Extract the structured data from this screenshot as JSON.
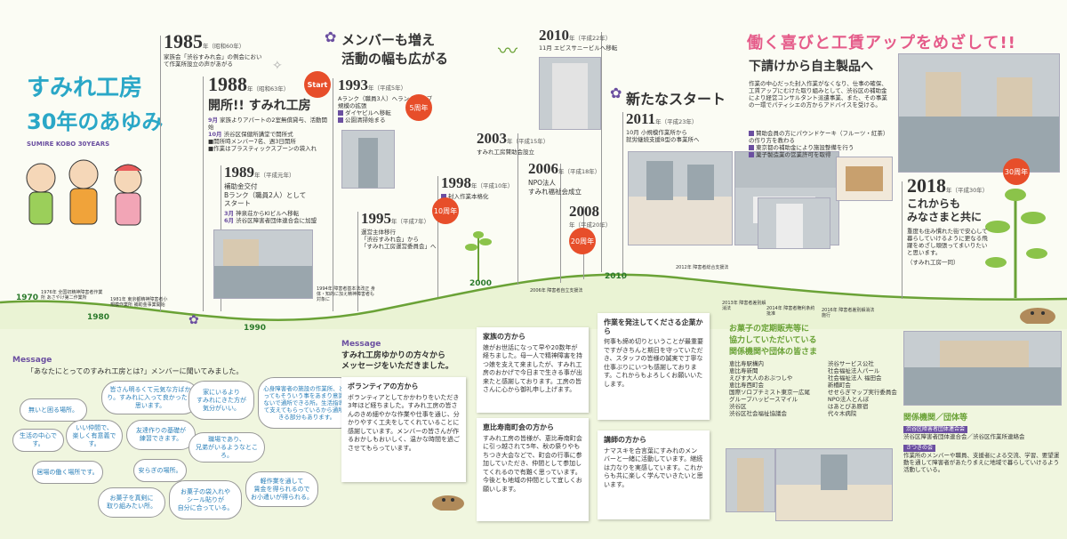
{
  "title": {
    "line1": "すみれ工房",
    "line2": "30年のあゆみ",
    "sub": "SUMIRE KOBO 30YEARS"
  },
  "top_right_heading": "働く喜びと工賃アップをめざして!!",
  "heading_member": {
    "line1": "メンバーも増え",
    "line2": "活動の幅も広がる"
  },
  "heading_new_start": "新たなスタート",
  "heading_sweets": "下請けから自主製品へ",
  "sweets_text": "作業の中心だった封入作業がなくなり、仕事の確保、工賃アップにむけた取り組みとして、渋谷区の補助金により経営コンサルタント派遣事業、また、その事業の一環でパティシエの方からアドバイスを受ける。",
  "sweets_items": [
    "賛助会員の方にパウンドケーキ（フルーツ・紅茶）の作り方を教わる",
    "東京都の補助金により施設整備を行う",
    "菓子製造業の営業許可を取得"
  ],
  "events": {
    "e1985": {
      "year": "1985",
      "era": "年（昭和60年）",
      "text": "家族会「渋谷すみれ会」の例会において作業所設立の声があがる"
    },
    "e1988": {
      "year": "1988",
      "era": "年（昭和63年）",
      "headline": "開所!! すみれ工房",
      "start": "Start",
      "items": [
        {
          "m": "9月",
          "t": "家族よりアパートの2室無償貸与、活動開始"
        },
        {
          "m": "10月",
          "t": "渋谷区保健所講堂で開所式"
        },
        {
          "m": "",
          "t": "■開所時メンバー7名、週3日開所"
        },
        {
          "m": "",
          "t": "■作業はプラスティックスプーンの袋入れ"
        }
      ]
    },
    "e1989": {
      "year": "1989",
      "era": "年（平成元年）",
      "lines": [
        "補助金交付",
        "Bランク（職員2人）として",
        "スタート"
      ],
      "items": [
        {
          "m": "3月",
          "t": "神泉荘からKIビルへ移転"
        },
        {
          "m": "6月",
          "t": "渋谷区障害者団体連合会に加盟"
        }
      ]
    },
    "e1993": {
      "year": "1993",
      "era": "年（平成5年）",
      "badge": "5周年",
      "lines": [
        "Aランク（職員3人）へランクアップ",
        "規模の拡張"
      ],
      "items": [
        "ダイヤビルへ移転",
        "公園清掃始まる"
      ]
    },
    "e1995": {
      "year": "1995",
      "era": "年（平成7年）",
      "lines": [
        "運営主体移行",
        "「渋谷すみれ会」から",
        "「すみれ工房運営委員会」へ"
      ]
    },
    "e1998": {
      "year": "1998",
      "era": "年（平成10年）",
      "badge": "10周年",
      "item": "封入作業本格化"
    },
    "e2003": {
      "year": "2003",
      "era": "年（平成15年）",
      "text": "すみれ工房賛助会設立"
    },
    "e2006": {
      "year": "2006",
      "era": "年（平成18年）",
      "lines": [
        "NPO法人",
        "すみれ福祉会成立"
      ]
    },
    "e2008": {
      "year": "2008",
      "era": "年（平成20年）",
      "badge": "20周年"
    },
    "e2010": {
      "year": "2010",
      "era": "年（平成22年）",
      "text": "11月 エビスサニービルへ移転"
    },
    "e2011": {
      "year": "2011",
      "era": "年（平成23年）",
      "lines": [
        "10月 小規模作業所から",
        "就労継続支援B型の事業所へ"
      ]
    },
    "e2018": {
      "year": "2018",
      "era": "年（平成30年）",
      "badge": "30周年",
      "lines": [
        "これからも",
        "みなさまと共に"
      ],
      "text": "重度も住み慣れた街で安心して暮らしていけるように更なる飛躍をめざし頑張ってまいりたいと思います。",
      "sign": "（すみれ工房一同）"
    }
  },
  "axis": {
    "ticks": [
      "1970",
      "1980",
      "1990",
      "2000",
      "2010"
    ],
    "minor": [
      "1976年 全国初精神障害者作業所 あさやけ第二作業所",
      "1981年 東京都精神障害者小規模作業所 補助金事業開始",
      "1994年 障害者基本法改正 身体・知的に加え精神障害者も対象に",
      "2006年 障害者自立支援法",
      "2012年 障害者総合支援法",
      "2013年 障害者差別解消法",
      "2014年 障害者権利条約批准",
      "2016年 障害者差別解消法施行"
    ],
    "small_years": [
      "1981",
      "1985",
      "1988",
      "1989",
      "1994",
      "1995",
      "1998",
      "2003",
      "2006",
      "2008",
      "2011",
      "2012",
      "2013",
      "2014",
      "2016",
      "2018"
    ]
  },
  "message_left": {
    "label": "Message",
    "prompt": "「あなたにとってのすみれ工房とは?」メンバーに聞いてみました。",
    "bubbles": [
      "皆さん明るくて元気な方ばかり。すみれに入って良かったと思います。",
      "家にいるより\nすみれにきた方が\n気分がいい。",
      "心身障害者の施設の作業所、と言ってもそういう事をあまり意識しないで通所できる所。生活指導して支えてもらっているから通所できる部分もあります。",
      "無いと困る場所。",
      "いい仲間で、\n楽しく有意義です。",
      "友達作りの基礎が\n練習できます。",
      "生活の中心です。",
      "職場であり、\n兄弟がいるようなところ。",
      "居場の働く場所です。",
      "安らぎの場所。",
      "お菓子を真剣に\n取り組みたい所。",
      "お菓子の袋入れや\nシール貼りが\n自分に合っている。",
      "軽作業を通して\n賃金を得られるので\nお小遣いが得られる。"
    ]
  },
  "message_right": {
    "label": "Message",
    "heading": "すみれ工房ゆかりの方々から\nメッセージをいただきました。"
  },
  "notes": {
    "volunteer": {
      "title": "ボランティアの方から",
      "text": "ボランティアとしてかかわりをいただき3年ほど経ちました。すみれ工房の皆さんのきめ細やかな作業や仕事を通じ、分かりやすく工夫をしてくれていることに感謝しています。メンバーの皆さんが作るおかしもおいしく、温かな時間を過ごさせてもらっています。"
    },
    "family": {
      "title": "家族の方から",
      "text": "娘がお世話になって早や20数年が経ちました。母一人で精神障害を持つ娘を支えて来ましたが、すみれ工房のおかげで今日まで生きる事が出来たと感謝しております。工房の皆さんに心から御礼申し上げます。"
    },
    "ebisu": {
      "title": "恵比寿南町会の方から",
      "text": "すみれ工房の皆様が、恵比寿南町会に引っ越されて5年、秋の祭りやもちつき大会などで、町会の行事に参加していただき、仲間として参加してくれるので有難く思っています。今後とも地域の仲間として宜しくお願いします。"
    },
    "company": {
      "title": "作業を発注してくださる企業から",
      "text": "何事も締め切りということが最重要ですがきちんと期日を守っていただき、スタッフの皆様の誠実で丁寧な仕事ぶりにいつも感謝しております。これからもよろしくお願いいたします。"
    },
    "lecturer": {
      "title": "講師の方から",
      "text": "ナマスキを合言葉にすみれのメンバーと一緒に活動しています。継続は力なりを実感しています。これからも共に楽しく学んでいきたいと思います。"
    }
  },
  "sweets_sellers": {
    "heading1": "お菓子の定期販売等に",
    "heading2": "協力していただいている",
    "heading3": "関係機関や団体の皆さま",
    "col1": [
      "恵比寿駅構内",
      "恵比寿新聞",
      "えびす大人のおぶつしや",
      "恵比寿西町会",
      "国際ソロプチミスト東京一広尾",
      "グループハッピースマイル",
      "渋谷区",
      "渋谷区社会福祉協議会"
    ],
    "col2": [
      "渋谷サービス公社",
      "社会福祉法人パール",
      "社会福祉法人 福田会",
      "新橋町会",
      "せせらぎマップ実行委員会",
      "NPO法人とんぼ",
      "はあとぴあ原宿",
      "代々木病院"
    ]
  },
  "orgs": {
    "heading": "関係機関／団体等",
    "label1": "渋谷区障害者団体連合会",
    "text1": "渋谷区障害者団体連合会／渋谷区作業所連絡会",
    "label2": "さつきの会",
    "text2": "作業所のメンバーや職員、支援者による交流、学習、要望運動を通して障害者があたりまえに地域で暮らしていけるよう活動している。"
  }
}
